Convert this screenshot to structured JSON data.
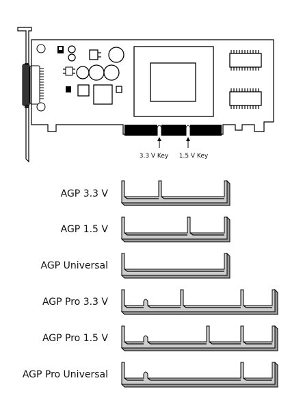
{
  "card": {
    "key_labels": [
      "3.3 V Key",
      "1.5 V Key"
    ]
  },
  "slot_types": [
    {
      "name": "AGP 3.3 V",
      "key": "3.3 V"
    },
    {
      "name": "AGP 1.5 V",
      "key": "1.5 V"
    },
    {
      "name": "AGP Universal",
      "key": "none"
    },
    {
      "name": "AGP Pro 3.3 V",
      "key": "3.3 V + Pro"
    },
    {
      "name": "AGP Pro 1.5 V",
      "key": "1.5 V + Pro"
    },
    {
      "name": "AGP Pro Universal",
      "key": "Pro only"
    }
  ],
  "colors": {
    "slot_face": "#cccccc",
    "slot_side": "#999999",
    "outline": "#000000"
  }
}
